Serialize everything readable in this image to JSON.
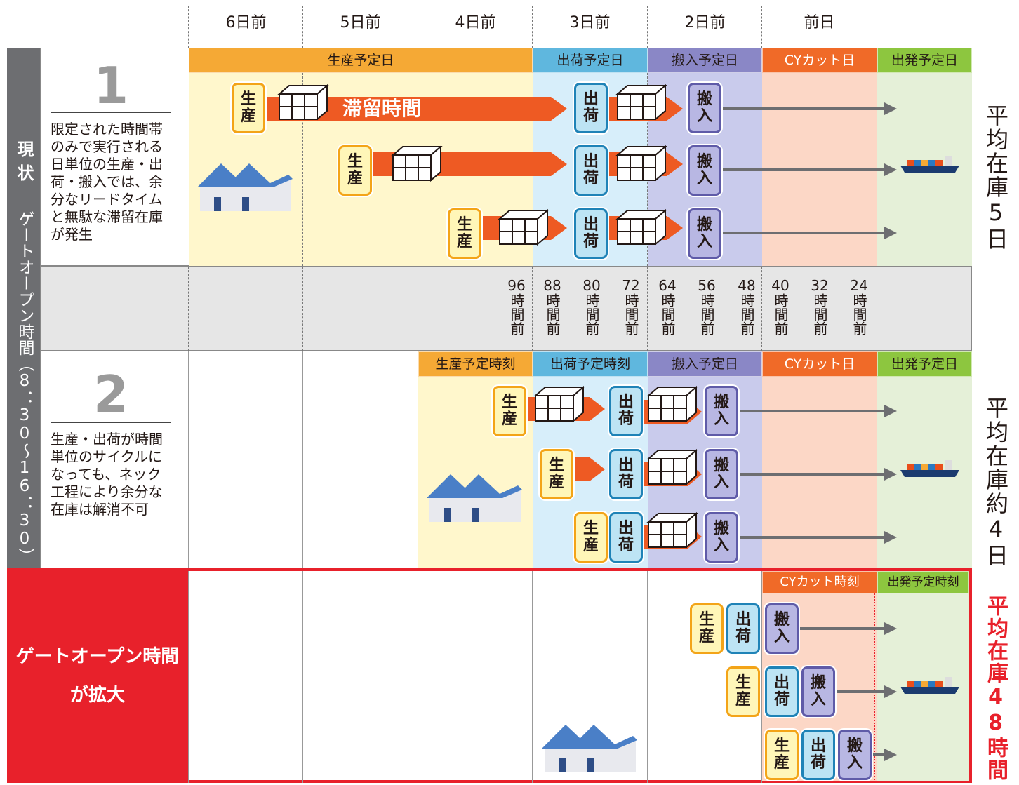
{
  "days": [
    "6日前",
    "5日前",
    "4日前",
    "3日前",
    "2日前",
    "前日"
  ],
  "side": {
    "current_label": "現状",
    "gate_label": "ゲートオープン時間（8：30〜16：30）",
    "expanded_label_line1": "ゲートオープン時間",
    "expanded_label_line2": "が拡大"
  },
  "row1": {
    "number": "1",
    "description": "限定された時間帯のみで実行される日単位の生産・出荷・搬入では、余分なリードタイムと無駄な滞留在庫が発生",
    "bands": {
      "production": "生産予定日",
      "shipping": "出荷予定日",
      "carryin": "搬入予定日",
      "cycut": "CYカット日",
      "departure": "出発予定日"
    },
    "dwell_label": "滞留時間",
    "average": "平均在庫5日"
  },
  "hours": [
    "96",
    "88",
    "80",
    "72",
    "64",
    "56",
    "48",
    "40",
    "32",
    "24"
  ],
  "hours_suffix": "時間前",
  "row2": {
    "number": "2",
    "description": "生産・出荷が時間単位のサイクルになっても、ネック工程により余分な在庫は解消不可",
    "bands": {
      "production": "生産予定時刻",
      "shipping": "出荷予定時刻",
      "carryin": "搬入予定日",
      "cycut": "CYカット日",
      "departure": "出発予定日"
    },
    "average": "平均在庫約4日"
  },
  "row3": {
    "bands": {
      "cycut": "CYカット時刻",
      "departure": "出発予定時刻"
    },
    "average": "平均在庫48時間"
  },
  "boxes": {
    "production": "生産",
    "shipping": "出荷",
    "carryin": "搬入"
  },
  "colors": {
    "production": "#f5a935",
    "shipping": "#5fb7de",
    "carryin": "#8a87c6",
    "cycut": "#f06a28",
    "departure": "#8dc63f",
    "arrow": "#ee5a23",
    "alert": "#e8212b",
    "side": "#6d6e71"
  }
}
